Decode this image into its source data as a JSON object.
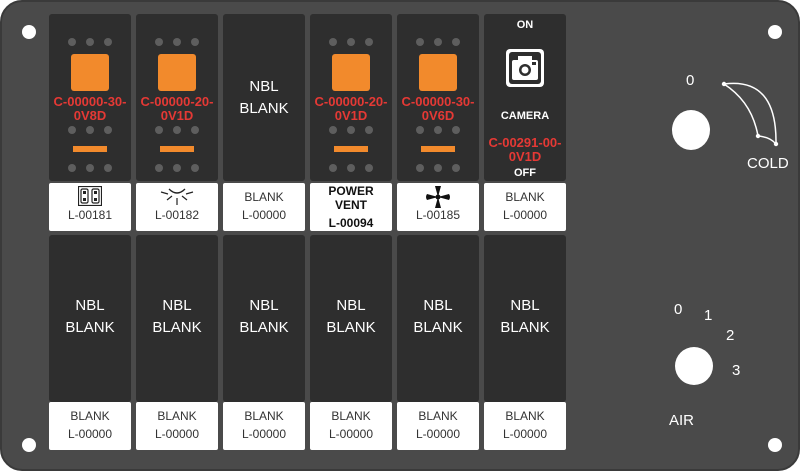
{
  "switches_top": [
    {
      "part": "C-00000-30-0V8D",
      "label_icon": "double-outlet-icon",
      "label_code": "L-00181"
    },
    {
      "part": "C-00000-20-0V1D",
      "label_icon": "light-icon",
      "label_code": "L-00182"
    },
    {
      "nbl": "NBL BLANK",
      "label_text": "BLANK",
      "label_code": "L-00000"
    },
    {
      "part": "C-00000-20-0V1D",
      "label_title": "POWER VENT",
      "label_code": "L-00094"
    },
    {
      "part": "C-00000-30-0V6D",
      "label_icon": "fan-icon",
      "label_code": "L-00185"
    },
    {
      "on": "ON",
      "cam_label": "CAMERA",
      "part": "C-00291-00-0V1D",
      "off": "OFF",
      "label_text": "BLANK",
      "label_code": "L-00000"
    }
  ],
  "switches_bottom": [
    {
      "nbl": "NBL BLANK",
      "label_text": "BLANK",
      "label_code": "L-00000"
    },
    {
      "nbl": "NBL BLANK",
      "label_text": "BLANK",
      "label_code": "L-00000"
    },
    {
      "nbl": "NBL BLANK",
      "label_text": "BLANK",
      "label_code": "L-00000"
    },
    {
      "nbl": "NBL BLANK",
      "label_text": "BLANK",
      "label_code": "L-00000"
    },
    {
      "nbl": "NBL BLANK",
      "label_text": "BLANK",
      "label_code": "L-00000"
    },
    {
      "nbl": "NBL BLANK",
      "label_text": "BLANK",
      "label_code": "L-00000"
    }
  ],
  "cold_dial": {
    "zero": "0",
    "label": "COLD"
  },
  "air_dial": {
    "positions": [
      "0",
      "1",
      "2",
      "3"
    ],
    "label": "AIR"
  },
  "colors": {
    "panel": "#4a4a4a",
    "switch": "#2e2e2e",
    "accent_orange": "#f28a2c",
    "part_red": "#e53935"
  }
}
